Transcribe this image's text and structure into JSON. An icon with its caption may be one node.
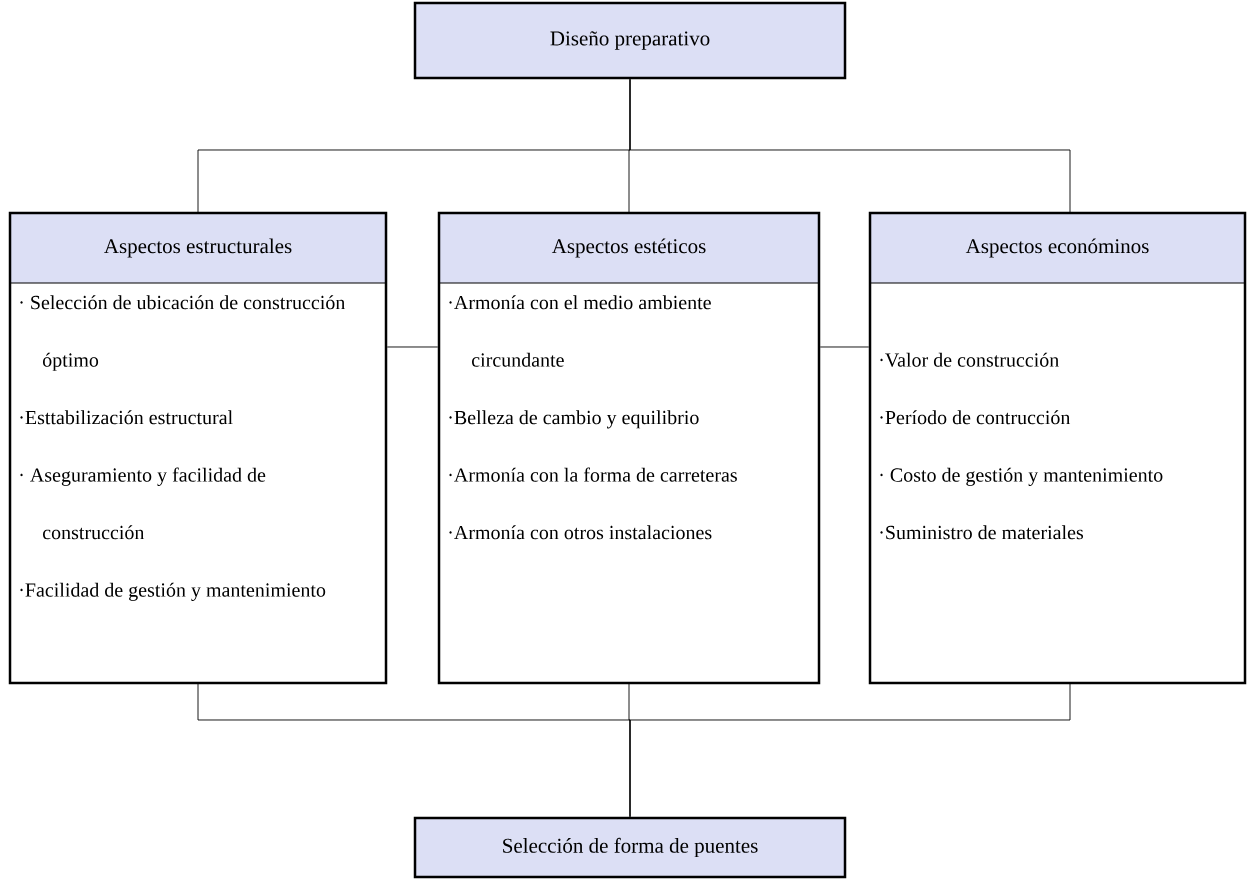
{
  "diagram": {
    "nodes": [
      {
        "text": [
          "Diseño preparativo"
        ]
      },
      {
        "text": [
          "Aspectos estructurales",
          "· Selección de ubicación de construcción óptimo",
          "·Esttabilización estructural",
          "· Aseguramiento y facilidad de construcción",
          "·Facilidad de gestión y mantenimiento"
        ]
      },
      {
        "text": [
          "Aspectos estéticos",
          "·Armonía con el medio ambiente circundante",
          "·Belleza de cambio y equilibrio",
          "·Armonía con la forma de carreteras",
          "·Armonía con otros instalaciones"
        ]
      },
      {
        "text": [
          "Aspectos económinos",
          "·Valor de construcción",
          "·Período de contrucción",
          "· Costo de gestión y mantenimiento",
          "·Suministro de materiales"
        ]
      },
      {
        "text": [
          "Selección de forma de puentes"
        ]
      }
    ],
    "edges": [
      {
        "from": 0,
        "to": 1,
        "arrow": "none"
      },
      {
        "from": 0,
        "to": 2,
        "arrow": "none"
      },
      {
        "from": 0,
        "to": 3,
        "arrow": "none"
      },
      {
        "from": 1,
        "to": 2,
        "arrow": "none"
      },
      {
        "from": 2,
        "to": 3,
        "arrow": "none"
      },
      {
        "from": 1,
        "to": 4,
        "arrow": "none"
      },
      {
        "from": 2,
        "to": 4,
        "arrow": "none"
      },
      {
        "from": 3,
        "to": 4,
        "arrow": "none"
      }
    ]
  }
}
